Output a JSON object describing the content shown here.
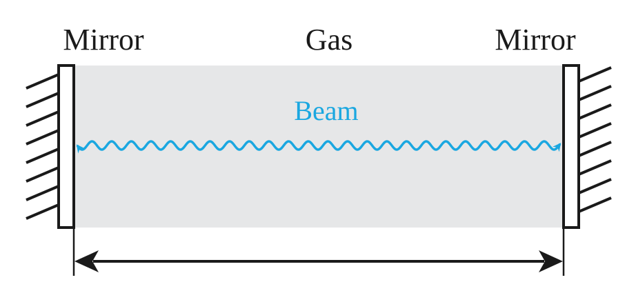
{
  "labels": {
    "left_mirror": "Mirror",
    "gas": "Gas",
    "right_mirror": "Mirror",
    "beam": "Beam"
  },
  "colors": {
    "gas_fill": "#e6e7e8",
    "beam": "#1aa7e0",
    "ink": "#1a1a1a"
  }
}
